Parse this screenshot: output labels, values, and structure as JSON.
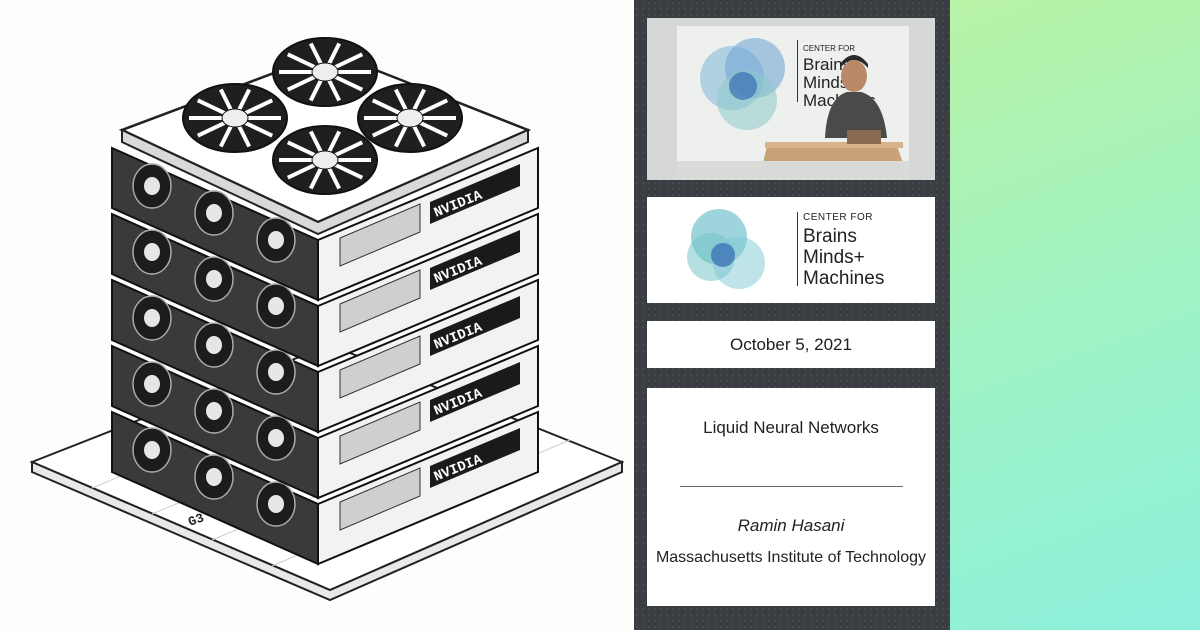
{
  "left_illustration": {
    "brand_text": "NVIDIA",
    "rack_units": 5
  },
  "video": {
    "backdrop_logo": {
      "line1": "CENTER FOR",
      "line2": "Brains",
      "line3": "Minds+",
      "line4": "Machines"
    }
  },
  "logo_card": {
    "line1": "CENTER FOR",
    "line2": "Brains",
    "line3": "Minds+",
    "line4": "Machines"
  },
  "date": "October 5, 2021",
  "talk": {
    "title": "Liquid Neural Networks",
    "speaker": "Ramin Hasani",
    "affiliation": "Massachusetts Institute of Technology"
  },
  "colors": {
    "mid_background": "#3a3d42",
    "gradient_start": "#b9f3a6",
    "gradient_end": "#8cf0dc",
    "logo_teal": "#3aa6b0",
    "logo_blue": "#3b6fb6"
  }
}
